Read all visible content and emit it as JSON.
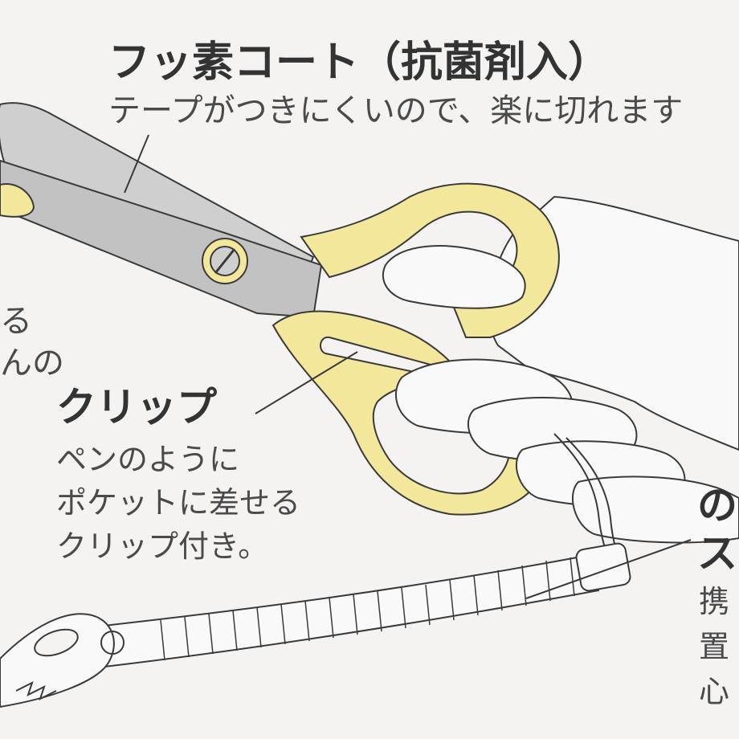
{
  "colors": {
    "background": "#f4f3f1",
    "blade": "#cfcfcf",
    "handle": "#f2e79a",
    "hand": "#f9f9f9",
    "outline": "#3a3a3a"
  },
  "fluorine": {
    "title": "フッ素コート（抗菌剤入）",
    "desc": "テープがつきにくいので、楽に切れます"
  },
  "left_partial": {
    "line1": "る",
    "line2": "んの"
  },
  "clip": {
    "title": "クリップ",
    "line1": "ペンのように",
    "line2": "ポケットに差せる",
    "line3": "クリップ付き。"
  },
  "right_partial": {
    "line1": "の",
    "line2": "ス",
    "line3": "携",
    "line4": "置",
    "line5": "心"
  }
}
